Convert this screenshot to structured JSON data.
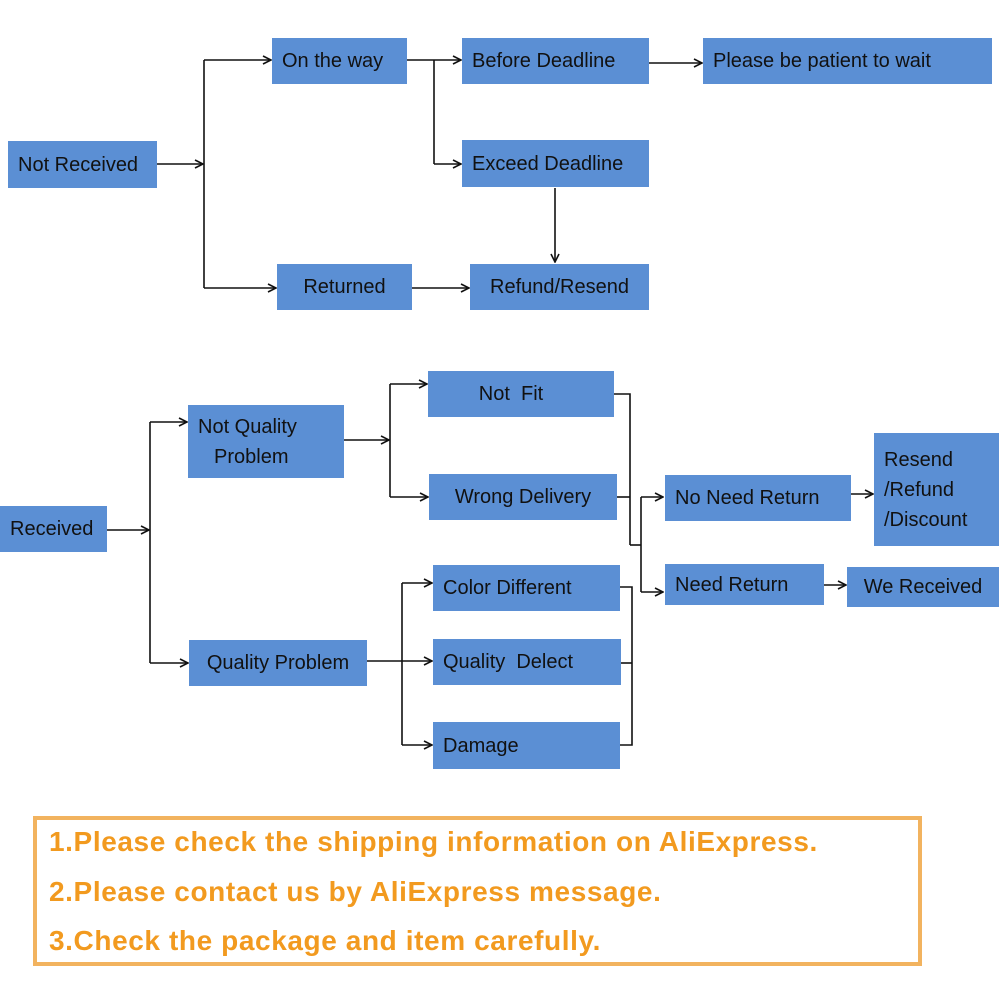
{
  "colors": {
    "box": "#5b8fd4",
    "line": "#111111",
    "note_text": "#f29a1f",
    "note_border": "#f2b35f"
  },
  "flow1": {
    "not_received": "Not Received",
    "on_the_way": "On the way",
    "before_deadline": "Before Deadline",
    "please_wait": "Please be patient to wait",
    "exceed_deadline": "Exceed Deadline",
    "returned": "Returned",
    "refund_resend": "Refund/Resend"
  },
  "flow2": {
    "received": "Received",
    "not_quality_problem": [
      "Not Quality",
      "Problem"
    ],
    "quality_problem": "Quality Problem",
    "not_fit": "Not  Fit",
    "wrong_delivery": "Wrong Delivery",
    "color_different": "Color Different",
    "quality_defect": "Quality  Delect",
    "damage": "Damage",
    "no_need_return": "No Need Return",
    "need_return": "Need Return",
    "resend_refund_discount": [
      "Resend",
      "/Refund",
      "/Discount"
    ],
    "we_received": "We Received"
  },
  "notes": [
    "1.Please check the shipping information on AliExpress.",
    "2.Please contact us by AliExpress message.",
    "3.Check the package and item carefully."
  ]
}
